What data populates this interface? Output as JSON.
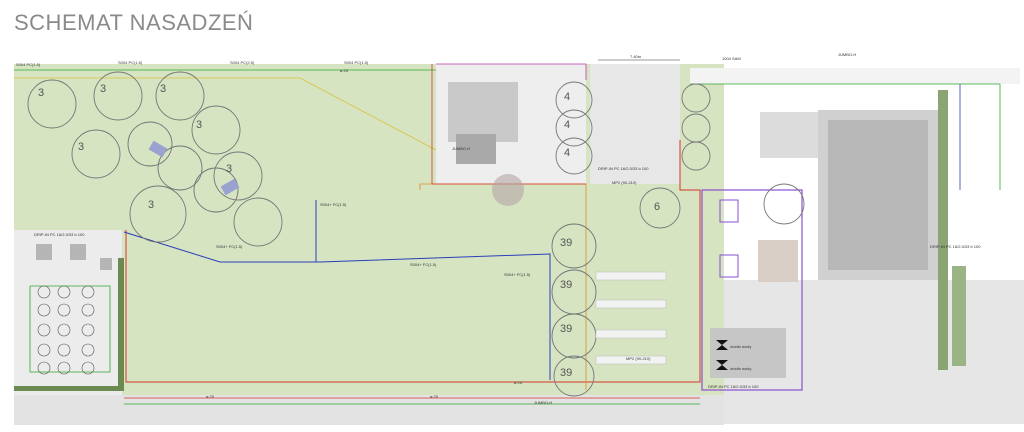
{
  "title": "SCHEMAT NASADZEŃ",
  "colors": {
    "lawn": "#d6e4c2",
    "paving": "#e9e9e9",
    "building": "#cfcfcf",
    "hedge": "#5f7f4a",
    "pipe_red": "#d8342b",
    "pipe_blue": "#2b3fb8",
    "pipe_green": "#2fa82f",
    "pipe_yellow": "#d8c23a",
    "pipe_orange": "#e08a2a",
    "pipe_purple": "#8a4fd0",
    "pipe_magenta": "#c03ab0"
  },
  "tree_labels": [
    "3",
    "3",
    "3",
    "3",
    "3",
    "3",
    "3",
    "4",
    "4",
    "4",
    "6",
    "39",
    "39",
    "39",
    "39"
  ],
  "labels": {
    "s_top_left": "S004 PC(1.5)",
    "s_top_1": "S004 PC(1.5)",
    "s_top_2": "S004 PC(2.5)",
    "s_top_3": "S004 PC(1.5)",
    "drip_left": "DRIP-IN PC 16/2.0/33 b 100",
    "drip_mid": "DRIP-IN PC 16/2.0/33 b 100",
    "drip_right": "DRIP-IN PC 16/2.0/33 b 100",
    "drip_bottom": "DRIP-IN PC 16/2.0/33 b 100",
    "jumbo_top": "JUMBO-H",
    "jumbo_mid": "JUMBO-H",
    "jumbo_bottom": "JUMBO-H",
    "dim": "7.40m",
    "mp_label": "MP2 (90-210)",
    "woda_1": "źródło wody",
    "woda_2": "źródło wody",
    "fc_1": "S004+ FC(1.5)",
    "fc_2": "S004+ FC(1.5)",
    "fc_3": "S004+ FC(1.5)",
    "fc_4": "S004+ FC(1.5)",
    "sam": "1004 SAM",
    "phi25": "⌀ 25"
  }
}
